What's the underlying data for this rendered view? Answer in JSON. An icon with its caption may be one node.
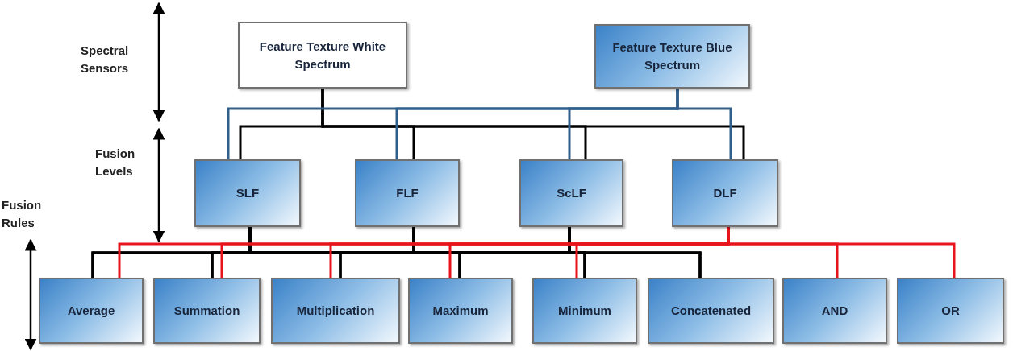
{
  "diagram": {
    "nodes": [
      {
        "text": [
          "Feature Texture White Spectrum"
        ]
      },
      {
        "text": [
          "Feature Texture Blue Spectrum"
        ]
      },
      {
        "text": [
          "SLF"
        ]
      },
      {
        "text": [
          "FLF"
        ]
      },
      {
        "text": [
          "ScLF"
        ]
      },
      {
        "text": [
          "DLF"
        ]
      },
      {
        "text": [
          "Average"
        ]
      },
      {
        "text": [
          "Summation"
        ]
      },
      {
        "text": [
          "Multiplication"
        ]
      },
      {
        "text": [
          "Maximum"
        ]
      },
      {
        "text": [
          "Minimum"
        ]
      },
      {
        "text": [
          "Concatenated"
        ]
      },
      {
        "text": [
          "AND"
        ]
      },
      {
        "text": [
          "OR"
        ]
      }
    ],
    "edges": [
      {
        "from": 0,
        "to": 2,
        "arrow": "none"
      },
      {
        "from": 0,
        "to": 3,
        "arrow": "none"
      },
      {
        "from": 0,
        "to": 4,
        "arrow": "none"
      },
      {
        "from": 0,
        "to": 5,
        "arrow": "none"
      },
      {
        "from": 1,
        "to": 2,
        "arrow": "none",
        "color": "#2f5f8a"
      },
      {
        "from": 1,
        "to": 3,
        "arrow": "none",
        "color": "#2f5f8a"
      },
      {
        "from": 1,
        "to": 4,
        "arrow": "none",
        "color": "#2f5f8a"
      },
      {
        "from": 1,
        "to": 5,
        "arrow": "none",
        "color": "#2f5f8a"
      },
      {
        "from": 2,
        "to": 6,
        "arrow": "none"
      },
      {
        "from": 2,
        "to": 7,
        "arrow": "none"
      },
      {
        "from": 2,
        "to": 8,
        "arrow": "none"
      },
      {
        "from": 2,
        "to": 9,
        "arrow": "none"
      },
      {
        "from": 2,
        "to": 10,
        "arrow": "none"
      },
      {
        "from": 2,
        "to": 11,
        "arrow": "none"
      },
      {
        "from": 3,
        "to": 6,
        "arrow": "none"
      },
      {
        "from": 3,
        "to": 7,
        "arrow": "none"
      },
      {
        "from": 3,
        "to": 8,
        "arrow": "none"
      },
      {
        "from": 3,
        "to": 9,
        "arrow": "none"
      },
      {
        "from": 3,
        "to": 10,
        "arrow": "none"
      },
      {
        "from": 3,
        "to": 11,
        "arrow": "none"
      },
      {
        "from": 4,
        "to": 6,
        "arrow": "none"
      },
      {
        "from": 4,
        "to": 7,
        "arrow": "none"
      },
      {
        "from": 4,
        "to": 8,
        "arrow": "none"
      },
      {
        "from": 4,
        "to": 9,
        "arrow": "none"
      },
      {
        "from": 4,
        "to": 10,
        "arrow": "none"
      },
      {
        "from": 4,
        "to": 11,
        "arrow": "none"
      },
      {
        "from": 5,
        "to": 6,
        "arrow": "none",
        "color": "#e8141b"
      },
      {
        "from": 5,
        "to": 7,
        "arrow": "none",
        "color": "#e8141b"
      },
      {
        "from": 5,
        "to": 8,
        "arrow": "none",
        "color": "#e8141b"
      },
      {
        "from": 5,
        "to": 9,
        "arrow": "none",
        "color": "#e8141b"
      },
      {
        "from": 5,
        "to": 10,
        "arrow": "none",
        "color": "#e8141b"
      },
      {
        "from": 5,
        "to": 12,
        "arrow": "none",
        "color": "#e8141b"
      },
      {
        "from": 5,
        "to": 13,
        "arrow": "none",
        "color": "#e8141b"
      }
    ],
    "labels": [
      "Spectral Sensors",
      "Fusion Levels",
      "Fusion Rules"
    ]
  }
}
